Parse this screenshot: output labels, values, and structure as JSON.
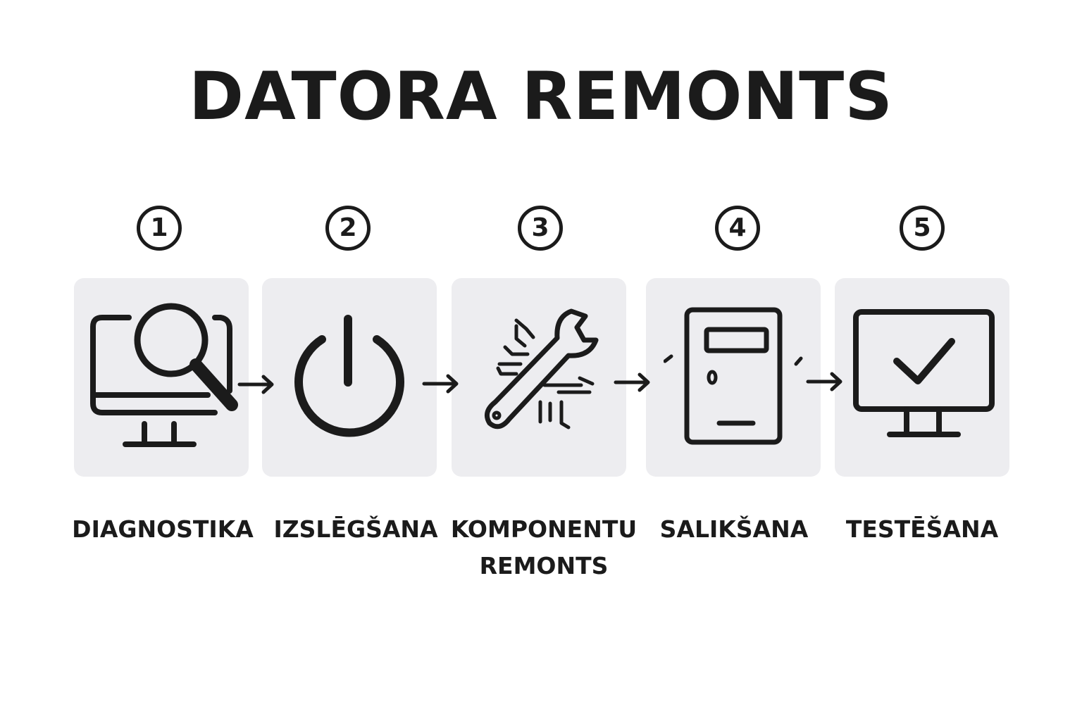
{
  "title": "DATORA REMONTS",
  "steps": [
    {
      "number": "1",
      "label_lines": [
        "DIAGNOSTIKA"
      ],
      "icon": "monitor-magnifier-icon"
    },
    {
      "number": "2",
      "label_lines": [
        "IZSLĒGŠANA"
      ],
      "icon": "power-icon"
    },
    {
      "number": "3",
      "label_lines": [
        "KOMPONENTU",
        "REMONTS"
      ],
      "icon": "wrench-chip-icon"
    },
    {
      "number": "4",
      "label_lines": [
        "SALIKŠANA"
      ],
      "icon": "computer-case-icon"
    },
    {
      "number": "5",
      "label_lines": [
        "TESTĒŠANA"
      ],
      "icon": "monitor-check-icon"
    }
  ],
  "colors": {
    "text": "#1b1b1b",
    "card_background": "#ededf0",
    "page_background": "#ffffff"
  }
}
